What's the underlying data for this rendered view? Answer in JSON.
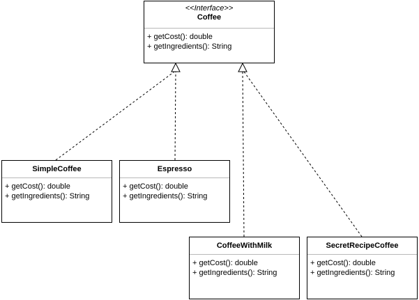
{
  "interface": {
    "stereotype": "<<Interface>>",
    "name": "Coffee",
    "operations": [
      "+ getCost(): double",
      "+ getIngredients(): String"
    ]
  },
  "classes": [
    {
      "name": "SimpleCoffee",
      "operations": [
        "+ getCost(): double",
        "+ getIngredients(): String"
      ]
    },
    {
      "name": "Espresso",
      "operations": [
        "+ getCost(): double",
        "+ getIngredients(): String"
      ]
    },
    {
      "name": "CoffeeWithMilk",
      "operations": [
        "+ getCost(): double",
        "+ getIngredients(): String"
      ]
    },
    {
      "name": "SecretRecipeCoffee",
      "operations": [
        "+ getCost(): double",
        "+ getIngredients(): String"
      ]
    }
  ],
  "relations": [
    {
      "from": "SimpleCoffee",
      "to": "Coffee",
      "type": "realization"
    },
    {
      "from": "Espresso",
      "to": "Coffee",
      "type": "realization"
    },
    {
      "from": "CoffeeWithMilk",
      "to": "Coffee",
      "type": "realization"
    },
    {
      "from": "SecretRecipeCoffee",
      "to": "Coffee",
      "type": "realization"
    }
  ]
}
